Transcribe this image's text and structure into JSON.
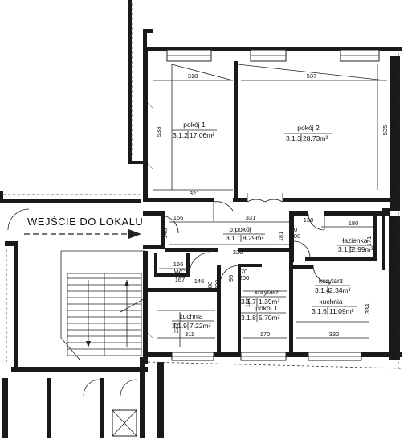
{
  "entrance_label": "WEJŚCIE DO LOKALU",
  "rooms": [
    {
      "id": "pokoj1",
      "name": "pokój 1",
      "number": "3.1.2",
      "area": "17.06m²"
    },
    {
      "id": "pokoj2",
      "name": "pokój 2",
      "number": "3.1.3",
      "area": "28.73m²"
    },
    {
      "id": "ppokoj",
      "name": "p.pokój",
      "number": "3.1.1",
      "area": "8.29m²"
    },
    {
      "id": "lazienka",
      "name": "łazienka",
      "number": "3.1.5",
      "area": "2.99m²"
    },
    {
      "id": "wc",
      "name": "WC",
      "number": "",
      "area": ""
    },
    {
      "id": "kuchnia1",
      "name": "kuchnia",
      "number": "3.1.9",
      "area": "7.22m²"
    },
    {
      "id": "korytarz1",
      "name": "korytarz",
      "number": "3.1.7",
      "area": "1.39m²"
    },
    {
      "id": "pokoj1b",
      "name": "pokój 1",
      "number": "3.1.8",
      "area": "5.70m²"
    },
    {
      "id": "korytarz2",
      "name": "korytarz",
      "number": "3.1.4",
      "area": "2.34m²"
    },
    {
      "id": "kuchnia2",
      "name": "kuchnia",
      "number": "3.1.6",
      "area": "11.09m²"
    }
  ],
  "dimensions": {
    "d318": "318",
    "d537": "537",
    "d533": "533",
    "d535": "535",
    "d321": "321",
    "d166a": "166",
    "d331": "331",
    "d130": "130",
    "d180": "180",
    "d148": "148",
    "d181": "181",
    "d70": "70",
    "d200a": "200",
    "d171": "171",
    "d326": "326",
    "d166b": "166",
    "d167": "167",
    "d146": "146",
    "d95": "95",
    "d70b": "70",
    "d200b": "200",
    "d80": "80",
    "d200c": "200",
    "d135": "135",
    "d334": "334",
    "d232": "232",
    "d311": "311",
    "d170": "170",
    "d332": "332"
  }
}
